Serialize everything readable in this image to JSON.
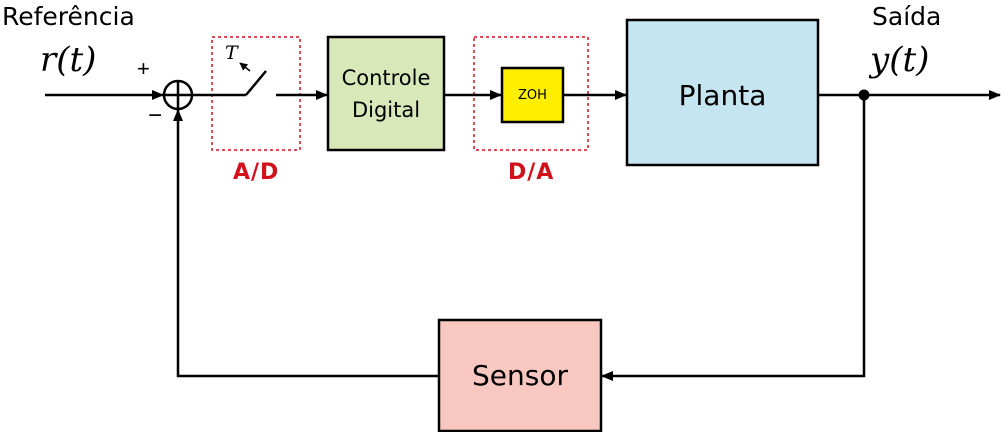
{
  "reference": {
    "label": "Referência",
    "symbol": "r(t)"
  },
  "output": {
    "label": "Saída",
    "symbol": "y(t)"
  },
  "summing_junction": {
    "plus_sign": "+",
    "minus_sign": "−"
  },
  "adc": {
    "label": "A/D",
    "sample_period": "T"
  },
  "controller": {
    "line1": "Controle",
    "line2": "Digital"
  },
  "dac": {
    "label": "D/A",
    "hold_block": "ZOH"
  },
  "plant": {
    "label": "Planta"
  },
  "sensor": {
    "label": "Sensor"
  },
  "colors": {
    "controller_fill": "#d9e8b8",
    "zoh_fill": "#ffee00",
    "plant_fill": "#c5e6f1",
    "sensor_fill": "#f8c8c0",
    "dashed_box": "#d4111a",
    "line": "#000000"
  }
}
